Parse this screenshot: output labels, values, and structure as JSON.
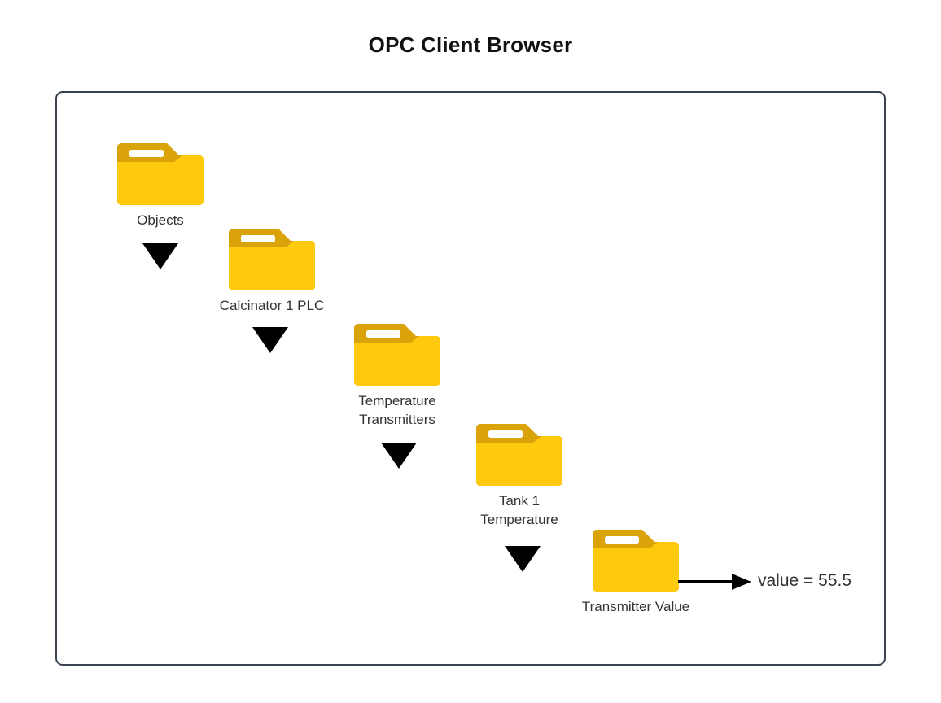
{
  "page": {
    "title": "OPC Client Browser",
    "background_color": "#ffffff"
  },
  "frame": {
    "border_color": "#39434f"
  },
  "colors": {
    "folder_body": "#FFC90D",
    "folder_tab": "#D9A309",
    "folder_slot": "#FFFFFF",
    "arrow": "#000000",
    "text": "#333333",
    "title_text": "#111111"
  },
  "icons": {
    "folder": "folder-icon",
    "down_triangle": "triangle-down-icon",
    "right_arrow": "arrow-right-icon"
  },
  "tree": {
    "nodes": [
      {
        "id": "objects",
        "label": "Objects",
        "icon": "folder-icon"
      },
      {
        "id": "calcinator-1-plc",
        "label": "Calcinator 1 PLC",
        "icon": "folder-icon"
      },
      {
        "id": "temperature-transmitters",
        "label": "Temperature\nTransmitters",
        "icon": "folder-icon"
      },
      {
        "id": "tank-1-temperature",
        "label": "Tank 1\nTemperature",
        "icon": "folder-icon"
      },
      {
        "id": "transmitter-value",
        "label": "Transmitter Value",
        "icon": "folder-icon"
      }
    ],
    "connectors": [
      {
        "from": "objects",
        "to": "calcinator-1-plc",
        "icon": "triangle-down-icon"
      },
      {
        "from": "calcinator-1-plc",
        "to": "temperature-transmitters",
        "icon": "triangle-down-icon"
      },
      {
        "from": "temperature-transmitters",
        "to": "tank-1-temperature",
        "icon": "triangle-down-icon"
      },
      {
        "from": "tank-1-temperature",
        "to": "transmitter-value",
        "icon": "triangle-down-icon"
      }
    ]
  },
  "value_output": {
    "text": "value = 55.5",
    "arrow_icon": "arrow-right-icon"
  }
}
